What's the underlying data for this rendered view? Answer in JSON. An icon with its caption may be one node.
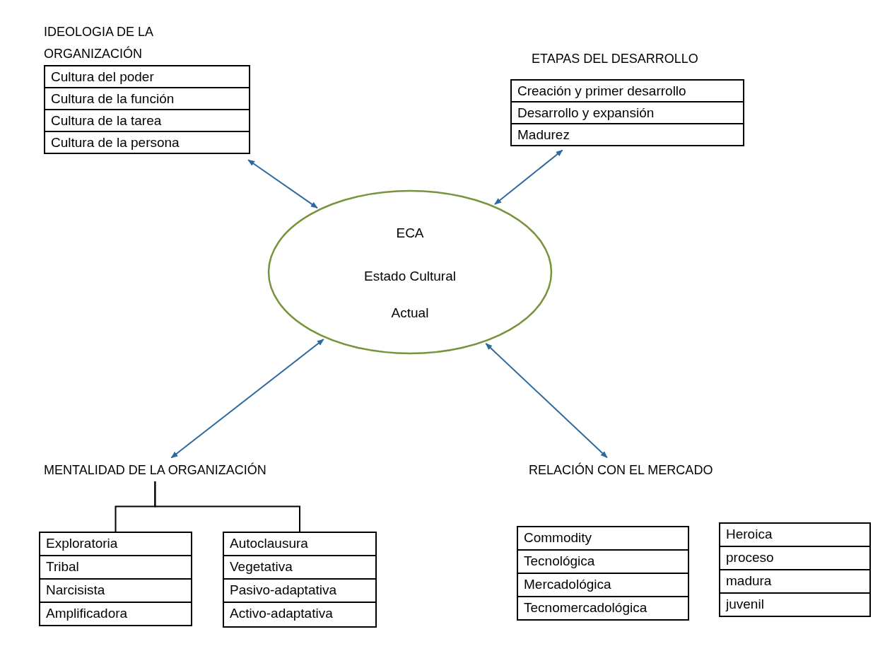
{
  "diagram": {
    "nodes": [
      {
        "text": [
          "ECA",
          "Estado Cultural Actual"
        ]
      },
      {
        "text": [
          "IDEOLOGIA DE LA ORGANIZACIÓN"
        ]
      },
      {
        "text": [
          "Cultura del poder"
        ],
        "in": 1
      },
      {
        "text": [
          "Cultura de la función"
        ],
        "in": 1
      },
      {
        "text": [
          "Cultura de la tarea"
        ],
        "in": 1
      },
      {
        "text": [
          "Cultura de la persona"
        ],
        "in": 1
      },
      {
        "text": [
          "ETAPAS DEL DESARROLLO"
        ]
      },
      {
        "text": [
          "Creación y primer desarrollo"
        ],
        "in": 6
      },
      {
        "text": [
          "Desarrollo y expansión"
        ],
        "in": 6
      },
      {
        "text": [
          "Madurez"
        ],
        "in": 6
      },
      {
        "text": [
          "MENTALIDAD DE LA ORGANIZACIÓN"
        ]
      },
      {
        "text": [],
        "shape": "box"
      },
      {
        "text": [
          "Exploratoria"
        ],
        "in": 11
      },
      {
        "text": [
          "Tribal"
        ],
        "in": 11
      },
      {
        "text": [
          "Narcisista"
        ],
        "in": 11
      },
      {
        "text": [
          "Amplificadora"
        ],
        "in": 11
      },
      {
        "text": [],
        "shape": "box"
      },
      {
        "text": [
          "Autoclausura"
        ],
        "in": 16
      },
      {
        "text": [
          "Vegetativa"
        ],
        "in": 16
      },
      {
        "text": [
          "Pasivo-adaptativa"
        ],
        "in": 16
      },
      {
        "text": [
          "Activo-adaptativa"
        ],
        "in": 16
      },
      {
        "text": [
          "RELACIÓN CON EL MERCADO"
        ]
      },
      {
        "text": [],
        "shape": "box"
      },
      {
        "text": [
          "Commodity"
        ],
        "in": 22
      },
      {
        "text": [
          "Tecnológica"
        ],
        "in": 22
      },
      {
        "text": [
          "Mercadológica"
        ],
        "in": 22
      },
      {
        "text": [
          "Tecnomercadológica"
        ],
        "in": 22
      },
      {
        "text": [],
        "shape": "box"
      },
      {
        "text": [
          "Heroica"
        ],
        "in": 27
      },
      {
        "text": [
          "proceso"
        ],
        "in": 27
      },
      {
        "text": [
          "madura"
        ],
        "in": 27
      },
      {
        "text": [
          "juvenil"
        ],
        "in": 27
      }
    ],
    "edges": [
      {
        "from": 0,
        "to": 1,
        "arrow": "both"
      },
      {
        "from": 0,
        "to": 6,
        "arrow": "both"
      },
      {
        "from": 0,
        "to": 10,
        "arrow": "both"
      },
      {
        "from": 0,
        "to": 21,
        "arrow": "both"
      },
      {
        "from": 10,
        "to": 11,
        "arrow": "none",
        "color": "#000000"
      },
      {
        "from": 10,
        "to": 16,
        "arrow": "none",
        "color": "#000000"
      }
    ]
  }
}
